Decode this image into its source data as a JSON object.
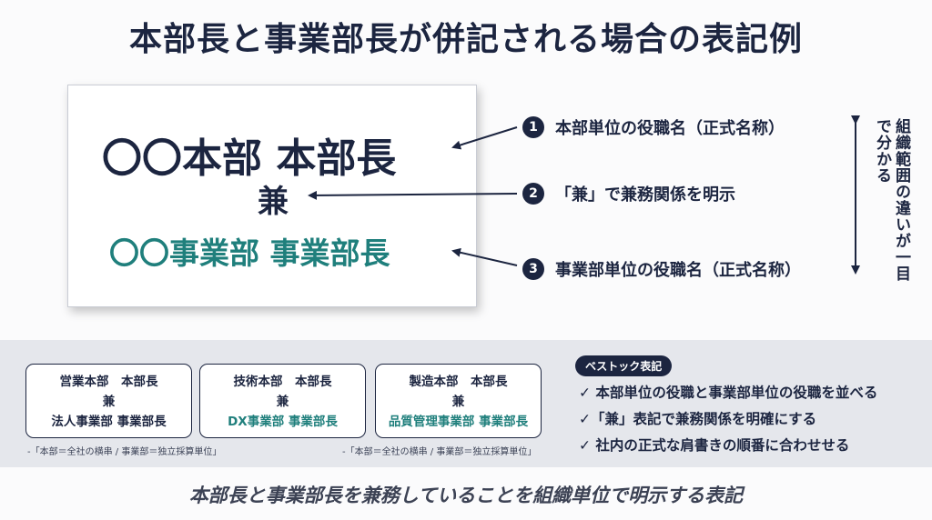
{
  "title": "本部長と事業部長が併記される場合の表記例",
  "card": {
    "line1": "〇〇本部 本部長",
    "line2": "兼",
    "line3": "〇〇事業部 事業部長"
  },
  "callouts": [
    {
      "num": "1",
      "label": "本部単位の役職名（正式名称）"
    },
    {
      "num": "2",
      "label": "「兼」で兼務関係を明示"
    },
    {
      "num": "3",
      "label": "事業部単位の役職名（正式名称）"
    }
  ],
  "vertical_note": "組織範囲の違いが一目で分かる",
  "examples": [
    {
      "line1": "営業本部　本部長",
      "line2": "兼",
      "line3": "法人事業部 事業部長"
    },
    {
      "line1": "技術本部　本部長",
      "line2": "兼",
      "line3": "DX事業部 事業部長"
    },
    {
      "line1": "製造本部　本部長",
      "line2": "兼",
      "line3": "品質管理事業部 事業部長"
    }
  ],
  "footnotes": [
    "-「本部＝全社の横串 / 事業部＝独立採算単位」",
    "-「本部＝全社の横串 / 事業部＝独立採算単位」"
  ],
  "best_practice": {
    "badge": "ベストック表記",
    "items": [
      "✓ 本部単位の役職と事業部単位の役職を並べる",
      "✓「兼」表記で兼務関係を明確にする",
      "✓ 社内の正式な肩書きの順番に合わせせる"
    ]
  },
  "caption": "本部長と事業部長を兼務していることを組織単位で明示する表記",
  "colors": {
    "navy": "#1c2540",
    "teal": "#1f7f7c",
    "band": "#e5e7ec"
  }
}
